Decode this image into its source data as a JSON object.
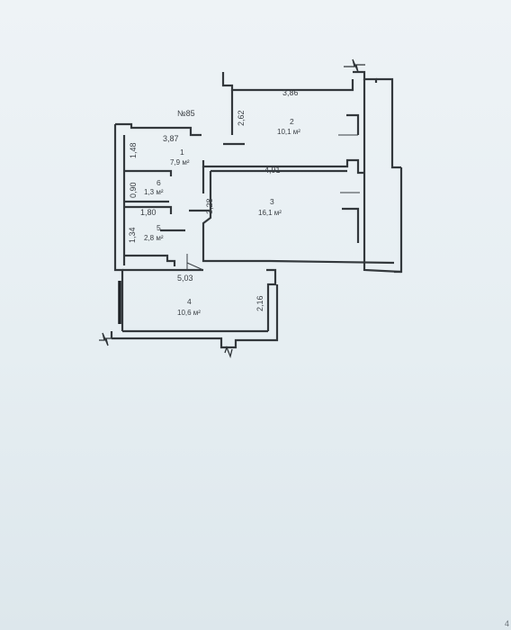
{
  "plan": {
    "apartment_no": "№85",
    "rooms": [
      {
        "number": "1",
        "area": "7,9 м²"
      },
      {
        "number": "2",
        "area": "10,1 м²"
      },
      {
        "number": "3",
        "area": "16,1 м²"
      },
      {
        "number": "4",
        "area": "10,6 м²"
      },
      {
        "number": "5",
        "area": "2,8 м²"
      },
      {
        "number": "6",
        "area": "1,3 м²"
      }
    ],
    "dimensions": {
      "d1": "3,86",
      "d2": "2,62",
      "d3": "3,87",
      "d4": "1,48",
      "d5": "4,91",
      "d6": "0,90",
      "d7": "1,80",
      "d8": "3,28",
      "d9": "1,34",
      "d10": "5,03",
      "d11": "2,16"
    }
  },
  "page": {
    "corner_mark": "4"
  },
  "colors": {
    "wall": "#2f3438",
    "paper": "#e8eff3"
  }
}
